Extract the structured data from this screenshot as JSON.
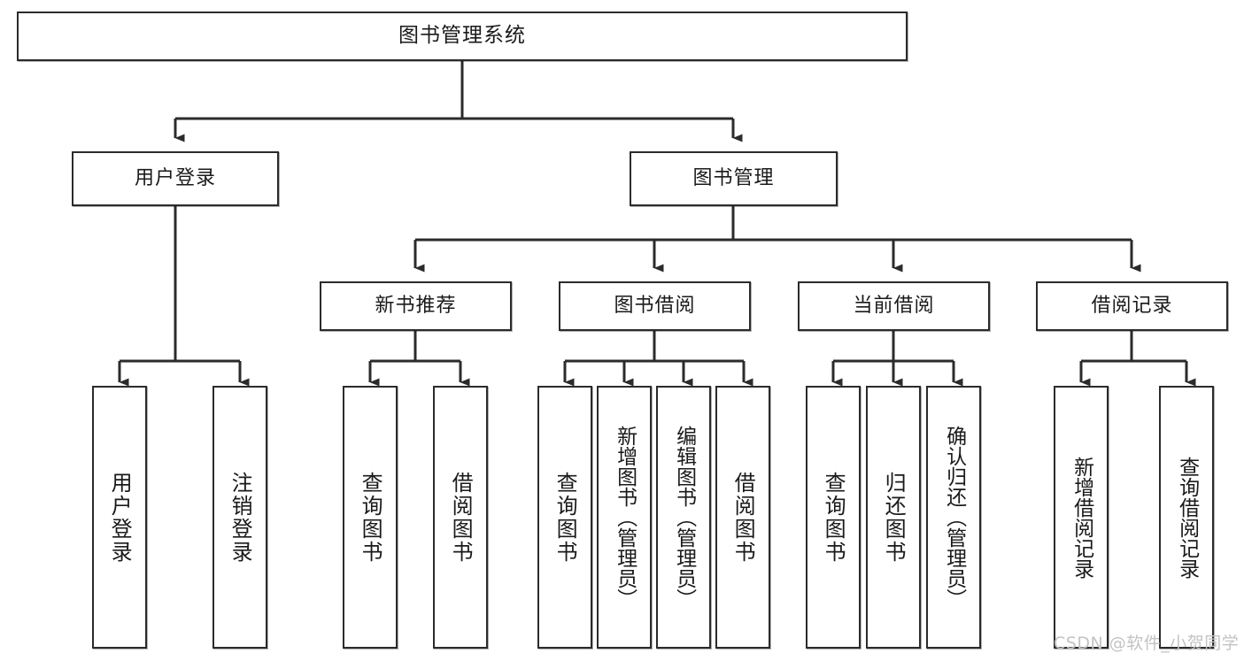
{
  "diagram": {
    "title": "图书管理系统",
    "type": "tree",
    "watermark": "CSDN @软件_小贺同学",
    "colors": {
      "box_border": "#2b2b2b",
      "box_fill": "#ffffff",
      "line": "#2b2b2b",
      "text": "#1a1a1a",
      "watermark": "#c3c3c3"
    },
    "nodes": {
      "root": {
        "label": "图书管理系统"
      },
      "level2": [
        {
          "id": "user-login",
          "label": "用户登录"
        },
        {
          "id": "book-manage",
          "label": "图书管理"
        }
      ],
      "level3": [
        {
          "id": "new-book-rec",
          "label": "新书推荐"
        },
        {
          "id": "book-borrow",
          "label": "图书借阅"
        },
        {
          "id": "current-borrow",
          "label": "当前借阅"
        },
        {
          "id": "borrow-record",
          "label": "借阅记录"
        }
      ],
      "leaves": [
        {
          "id": "leaf-user-login",
          "label": "用户登录",
          "parent": "user-login"
        },
        {
          "id": "leaf-user-logout",
          "label": "注销登录",
          "parent": "user-login"
        },
        {
          "id": "leaf-query-book-1",
          "label": "查询图书",
          "parent": "new-book-rec"
        },
        {
          "id": "leaf-borrow-book-1",
          "label": "借阅图书",
          "parent": "new-book-rec"
        },
        {
          "id": "leaf-query-book-2",
          "label": "查询图书",
          "parent": "book-borrow"
        },
        {
          "id": "leaf-add-book",
          "label": "新增图书（管理员）",
          "parent": "book-borrow"
        },
        {
          "id": "leaf-edit-book",
          "label": "编辑图书（管理员）",
          "parent": "book-borrow"
        },
        {
          "id": "leaf-borrow-book-2",
          "label": "借阅图书",
          "parent": "book-borrow"
        },
        {
          "id": "leaf-query-book-3",
          "label": "查询图书",
          "parent": "current-borrow"
        },
        {
          "id": "leaf-return-book",
          "label": "归还图书",
          "parent": "current-borrow"
        },
        {
          "id": "leaf-confirm-return",
          "label": "确认归还（管理员）",
          "parent": "current-borrow"
        },
        {
          "id": "leaf-add-record",
          "label": "新增借阅记录",
          "parent": "borrow-record"
        },
        {
          "id": "leaf-query-record",
          "label": "查询借阅记录",
          "parent": "borrow-record"
        }
      ]
    }
  }
}
